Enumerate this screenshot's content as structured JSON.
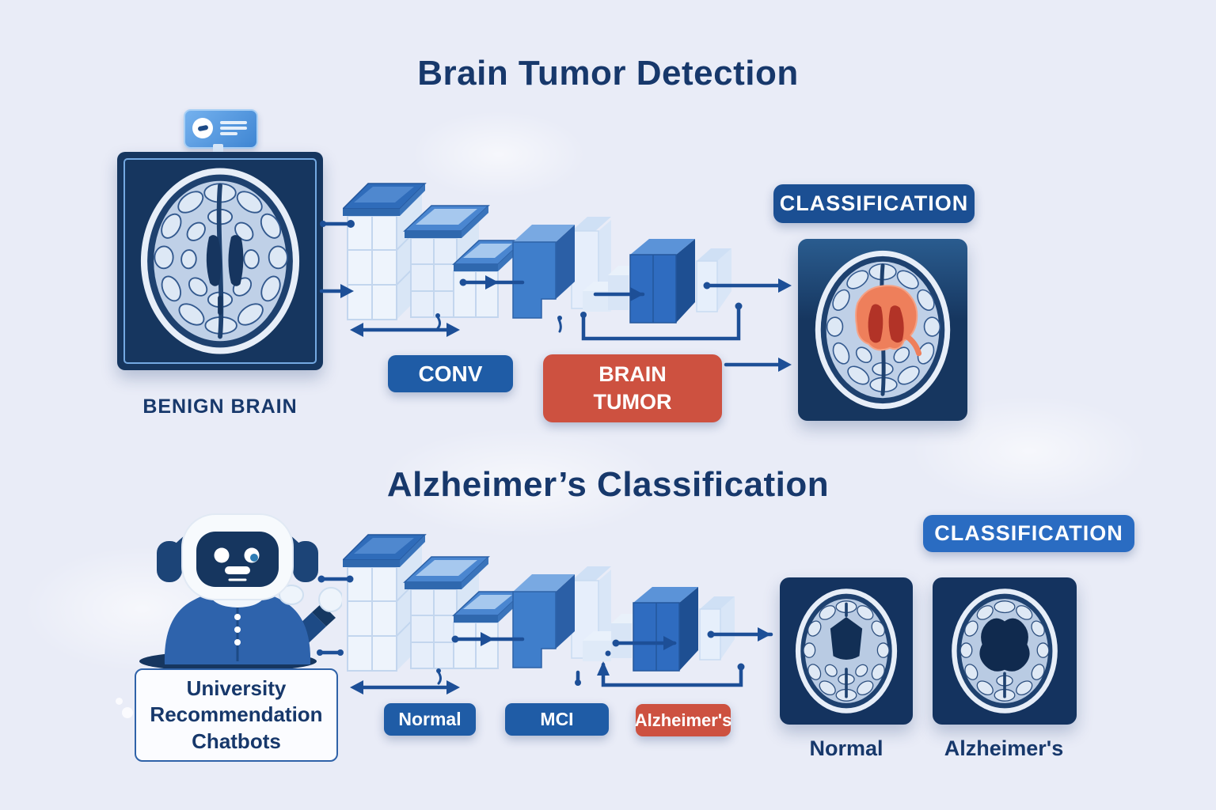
{
  "colors": {
    "background": "#e9ecf7",
    "title_text": "#17386b",
    "frame_navy": "#16365f",
    "pill_blue": "#1f5ca6",
    "pill_red": "#cd5140",
    "badge_dark_blue": "#1b4f93",
    "badge_bright_blue": "#2a6cc2",
    "arrow_blue": "#1d4f97",
    "block_blue": "#3d7cc6",
    "block_light": "#dce8f7",
    "tumor_orange": "#ee7f5b",
    "tumor_red": "#b23327"
  },
  "icons": {
    "patient_card": "id-card-icon",
    "mascot": "robot-chatbot-icon",
    "input_scan": "brain-mri-icon",
    "output_scan_tumor": "brain-mri-tumor-icon",
    "output_scan_normal": "brain-mri-normal-icon",
    "output_scan_alzheimers": "brain-mri-alzheimers-icon"
  },
  "top_section": {
    "title": "Brain Tumor Detection",
    "input_image_label": "BENIGN BRAIN",
    "conv_label": "CONV",
    "detection_label": "BRAIN TUMOR",
    "classification_badge": "CLASSIFICATION"
  },
  "bottom_section": {
    "title": "Alzheimer’s Classification",
    "chatbot_caption": "University Recommendation Chatbots",
    "stage_labels": [
      "Normal",
      "MCI",
      "Alzheimer's"
    ],
    "classification_badge": "CLASSIFICATION",
    "output_scans": [
      {
        "label": "Normal"
      },
      {
        "label": "Alzheimer's"
      }
    ]
  }
}
